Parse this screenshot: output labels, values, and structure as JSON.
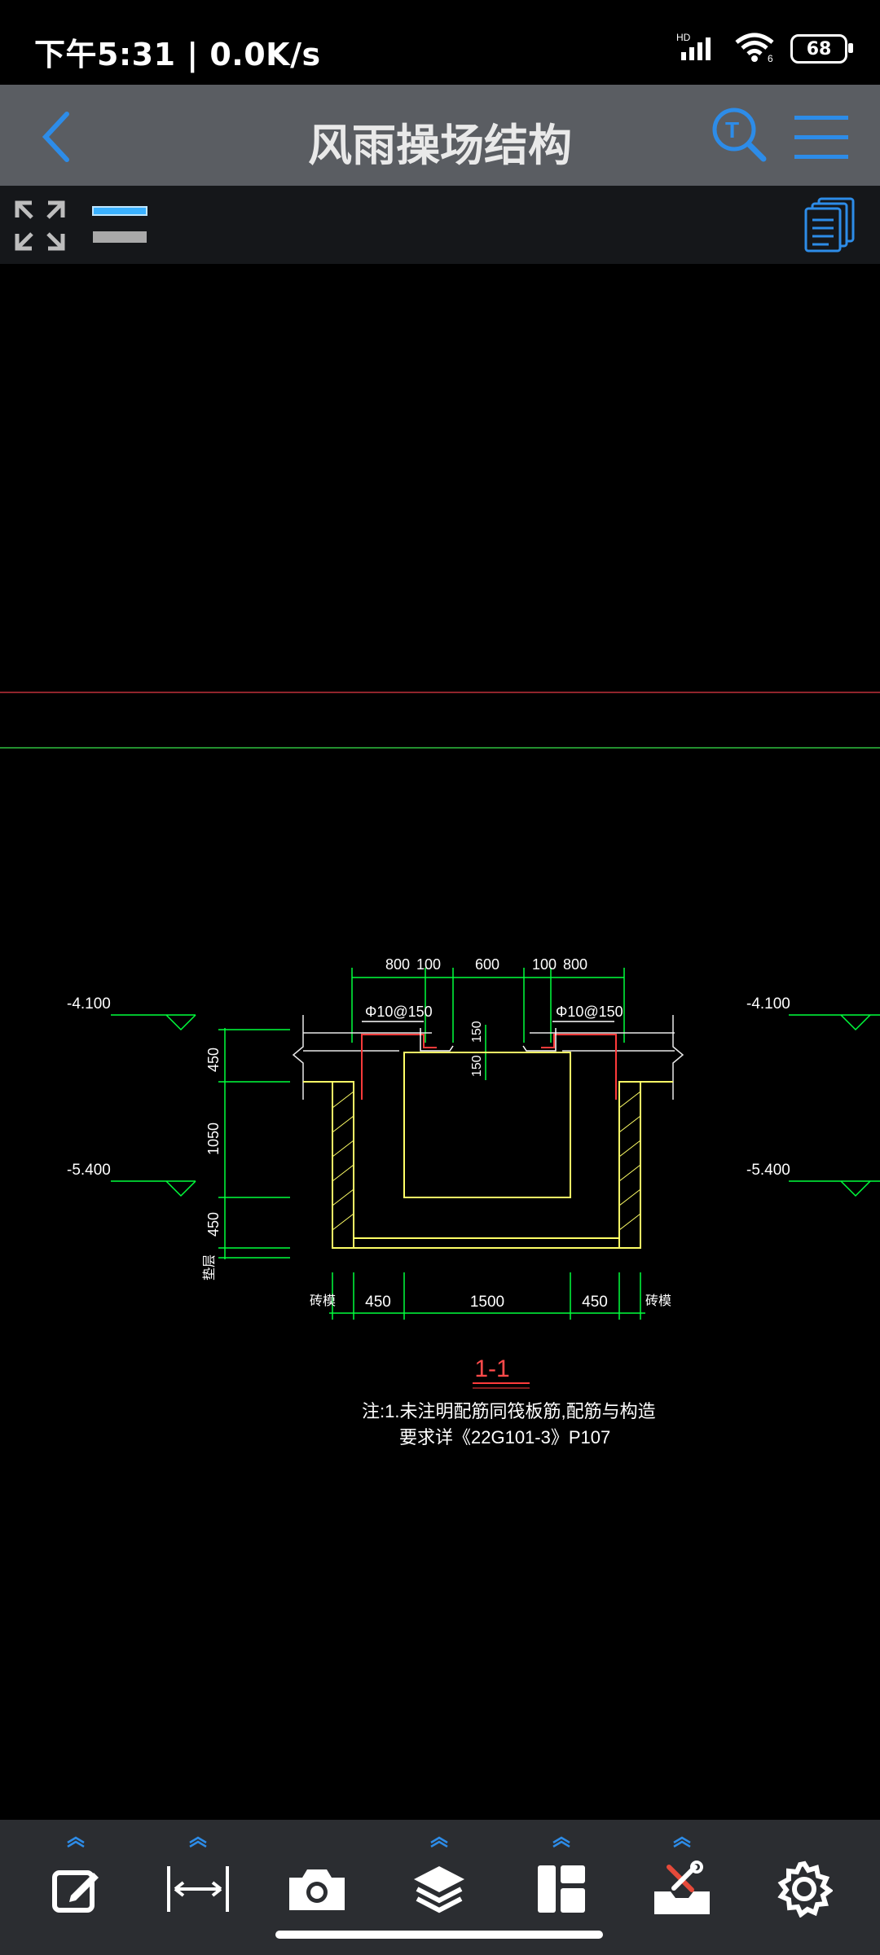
{
  "status": {
    "time_speed": "下午5:31 | 0.0K/s",
    "hd": "HD",
    "wifi_bars": "6",
    "battery": "68"
  },
  "header": {
    "title": "风雨操场结构"
  },
  "icons": {
    "back": "chevron-left-icon",
    "search": "text-search-icon",
    "menu": "hamburger-menu-icon",
    "expand": "expand-arrows-icon",
    "lineweight": "line-weight-icon",
    "pages": "layouts-stack-icon"
  },
  "colors": {
    "accent": "#2d8ce8",
    "header_bg": "#5a5d62",
    "toolbar_bg": "#15171a",
    "bottombar_bg": "#2b2d31",
    "drawing_yellow": "#ffff66",
    "drawing_green": "#00ff3c",
    "drawing_red": "#ff3b3b"
  },
  "drawing": {
    "top_dims": [
      "800",
      "100",
      "600",
      "100",
      "800"
    ],
    "rebar_left": "Φ10@150",
    "rebar_right": "Φ10@150",
    "v_dim_150a": "150",
    "v_dim_150b": "150",
    "left_dims": [
      "450",
      "1050",
      "450"
    ],
    "left_note": "垫层",
    "elev_left_top": "-4.100",
    "elev_left_bottom": "-5.400",
    "elev_right_top": "-4.100",
    "elev_right_bottom": "-5.400",
    "bottom_left_label": "砖模",
    "bottom_dims": [
      "450",
      "1500",
      "450"
    ],
    "bottom_right_label": "砖模",
    "section_label": "1-1",
    "note_line1": "注:1.未注明配筋同筏板筋,配筋与构造",
    "note_line2": "要求详《22G101-3》P107"
  },
  "bottom_tools": [
    "markup-edit-icon",
    "measure-icon",
    "camera-icon",
    "layers-icon",
    "layout-icon",
    "toolbox-icon",
    "settings-gear-icon"
  ]
}
